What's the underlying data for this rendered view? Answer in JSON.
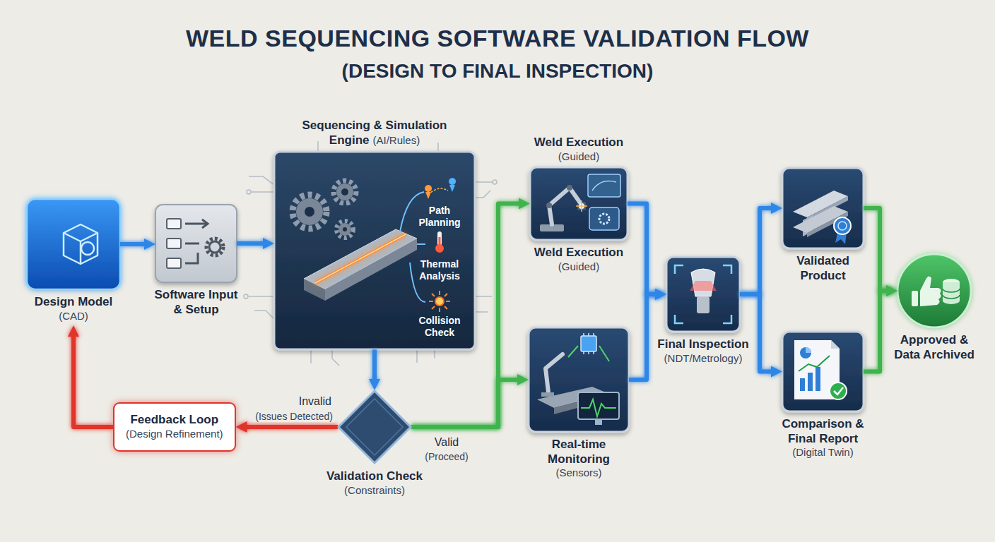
{
  "diagram": {
    "title": "WELD SEQUENCING SOFTWARE VALIDATION FLOW",
    "nodes": [
      {
        "text": [
          "3D",
          "Design Model",
          "(CAD)"
        ]
      },
      {
        "text": [
          "Software Input & Setup"
        ]
      },
      {
        "text": [
          "Sequencing & Simulation Engine",
          "(AI/Rules)"
        ]
      },
      {
        "text": [
          "Validation Check",
          "(Constraints)"
        ]
      },
      {
        "text": [
          "Feedback Loop",
          "(Design Refinement)"
        ]
      },
      {
        "text": [
          "Weld Execution",
          "(Guided)",
          "Weld Execution",
          "(Guided)"
        ]
      },
      {
        "text": [
          "Real-time Monitoring",
          "(Sensors)"
        ]
      },
      {
        "text": [
          "Final Inspection",
          "(NDT/Metrology)"
        ]
      },
      {
        "text": [
          "Validated Product"
        ]
      },
      {
        "text": [
          "Comparison & Final Report",
          "(Digital Twin)"
        ]
      },
      {
        "text": [
          "Approved & Data Archived"
        ]
      }
    ],
    "edges": [
      {
        "from": 0,
        "to": 1,
        "arrow": "to"
      },
      {
        "from": 1,
        "to": 2,
        "arrow": "to"
      },
      {
        "from": 2,
        "to": 3,
        "arrow": "to"
      },
      {
        "from": 3,
        "to": 4,
        "label": "Invalid",
        "arrow": "to"
      },
      {
        "from": 4,
        "to": 0,
        "arrow": "to"
      },
      {
        "from": 3,
        "to": 5,
        "label": "Valid",
        "arrow": "to"
      },
      {
        "from": 3,
        "to": 6,
        "arrow": "to"
      },
      {
        "from": 5,
        "to": 7,
        "arrow": "to"
      },
      {
        "from": 6,
        "to": 7,
        "arrow": "to"
      },
      {
        "from": 7,
        "to": 8,
        "arrow": "to"
      },
      {
        "from": 7,
        "to": 9,
        "arrow": "to"
      },
      {
        "from": 8,
        "to": 10,
        "arrow": "to"
      },
      {
        "from": 9,
        "to": 10,
        "arrow": "to"
      }
    ],
    "labels": [
      "(DESIGN TO FINAL INSPECTION)",
      "Path Planning",
      "Thermal Analysis",
      "Collision Check",
      "(Issues Detected)",
      "(Proceed)"
    ]
  }
}
